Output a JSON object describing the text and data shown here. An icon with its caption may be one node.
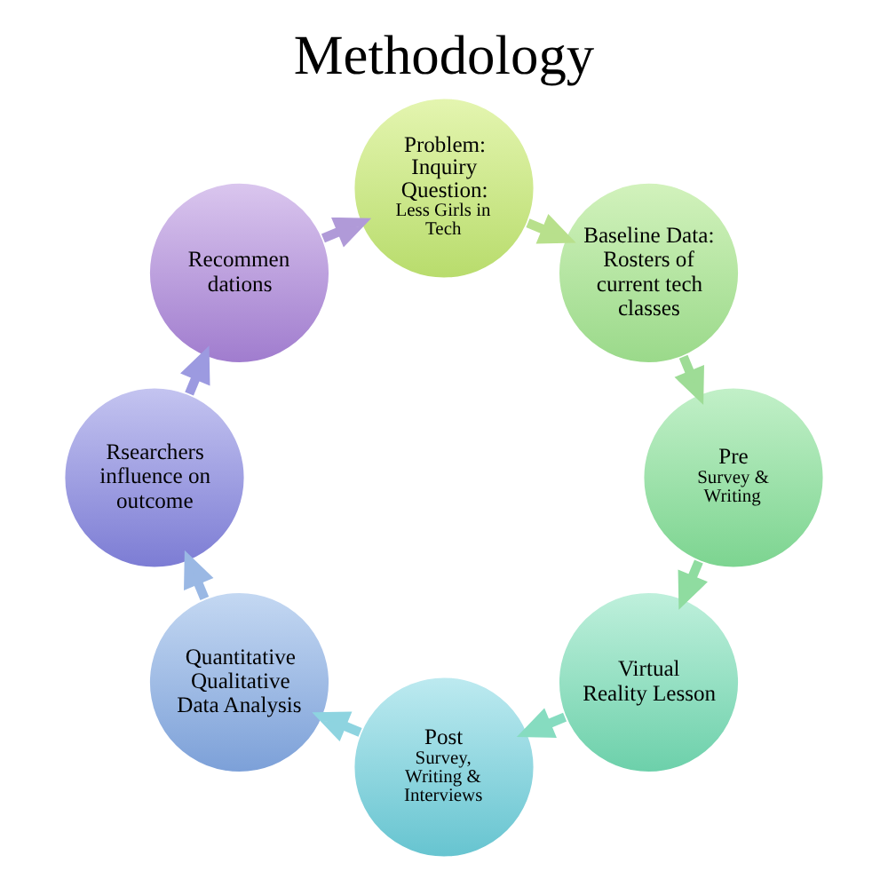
{
  "diagram": {
    "title": "Methodology",
    "nodes": [
      {
        "text": [
          "Problem: Inquiry Question:",
          "Less Girls in Tech"
        ]
      },
      {
        "text": [
          "Baseline Data: Rosters of current tech classes"
        ]
      },
      {
        "text": [
          "Pre",
          "Survey & Writing"
        ]
      },
      {
        "text": [
          "Virtual Reality Lesson"
        ]
      },
      {
        "text": [
          "Post",
          "Survey, Writing & Interviews"
        ]
      },
      {
        "text": [
          "Quantitative Qualitative Data Analysis"
        ]
      },
      {
        "text": [
          "Rsearchers influence on outcome"
        ]
      },
      {
        "text": [
          "Recommen dations"
        ]
      }
    ],
    "edges": [
      {
        "from": 0,
        "to": 1,
        "arrow": "to",
        "color": "#b8e08c"
      },
      {
        "from": 1,
        "to": 2,
        "arrow": "to",
        "color": "#9edc96"
      },
      {
        "from": 2,
        "to": 3,
        "arrow": "to",
        "color": "#8fdca0"
      },
      {
        "from": 3,
        "to": 4,
        "arrow": "to",
        "color": "#86dcc0"
      },
      {
        "from": 4,
        "to": 5,
        "arrow": "to",
        "color": "#8ed4e0"
      },
      {
        "from": 5,
        "to": 6,
        "arrow": "to",
        "color": "#9ab8e4"
      },
      {
        "from": 6,
        "to": 7,
        "arrow": "to",
        "color": "#9c9ae0"
      },
      {
        "from": 7,
        "to": 0,
        "arrow": "to",
        "color": "#b09ad8"
      }
    ]
  }
}
